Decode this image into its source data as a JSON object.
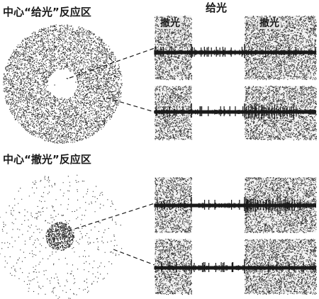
{
  "labels": {
    "on_center_title": "中心“给光”反应区",
    "off_center_title": "中心“撤光”反应区",
    "light_on": "给光",
    "light_off": "撤光"
  },
  "colors": {
    "ink": "#1a1a1a",
    "stipple": "#2b2b2b",
    "background": "#ffffff"
  },
  "receptive_fields": [
    {
      "type": "on-center",
      "center": "sparse",
      "surround": "dense"
    },
    {
      "type": "off-center",
      "center": "dense",
      "surround": "sparse"
    }
  ],
  "recordings": [
    {
      "field": "on-center",
      "stimulus": "center",
      "response_phase": "light-on"
    },
    {
      "field": "on-center",
      "stimulus": "surround",
      "response_phase": "light-off"
    },
    {
      "field": "off-center",
      "stimulus": "center",
      "response_phase": "light-off"
    },
    {
      "field": "off-center",
      "stimulus": "surround",
      "response_phase": "light-on"
    }
  ]
}
